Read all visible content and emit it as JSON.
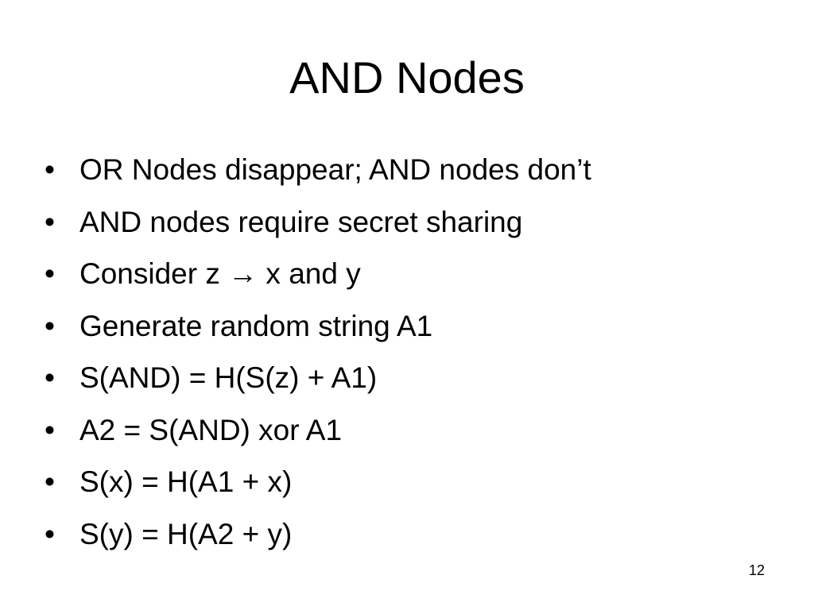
{
  "slide": {
    "title": "AND Nodes",
    "bullet_glyph": "•",
    "bullets": [
      "OR Nodes disappear; AND nodes don’t",
      "AND nodes require secret sharing",
      "Consider z → x and y",
      "Generate random string A1",
      "S(AND) = H(S(z) + A1)",
      "A2 = S(AND) xor A1",
      "S(x) = H(A1 + x)",
      "S(y) = H(A2 + y)"
    ],
    "page_number": "12"
  }
}
